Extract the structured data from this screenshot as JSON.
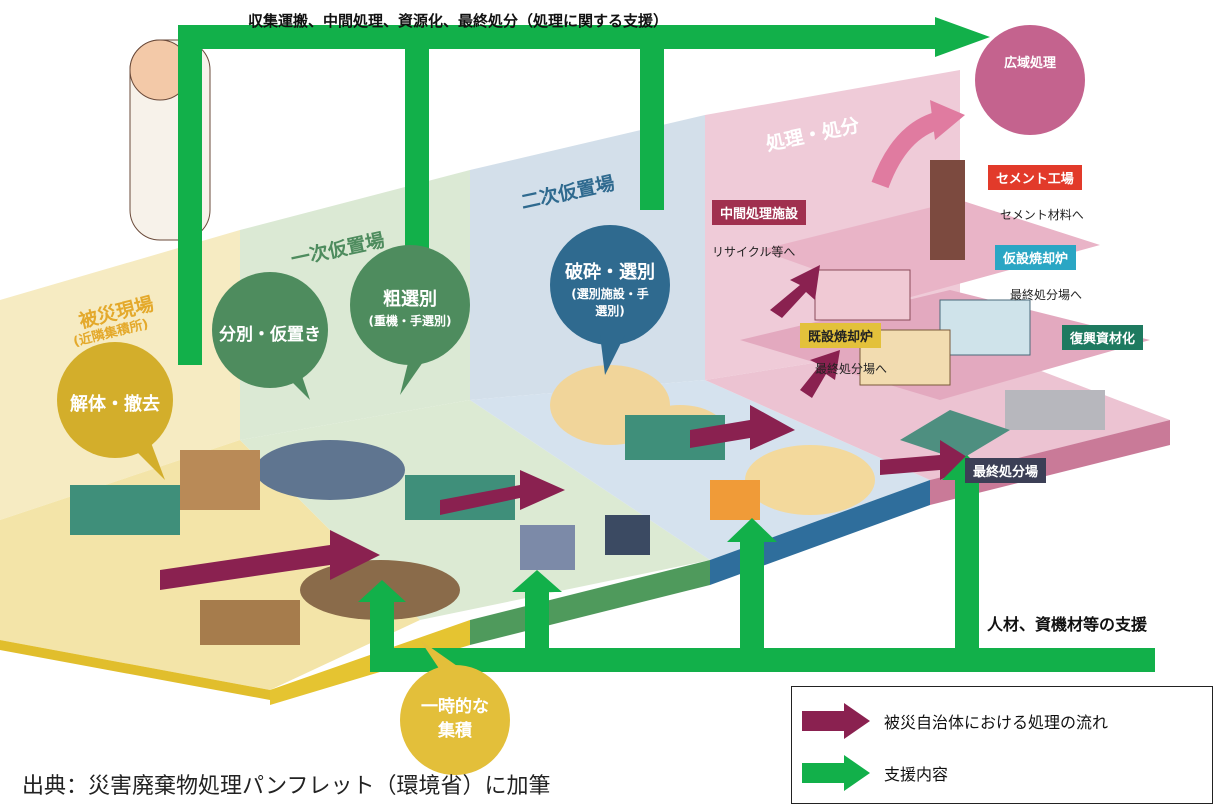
{
  "top_caption": "収集運搬、中間処理、資源化、最終処分（処理に関する支援）",
  "support_caption": "人材、資機材等の支援",
  "source_note": "出典：災害廃棄物処理パンフレット（環境省）に加筆",
  "zones": {
    "disaster_site": "被災現場",
    "disaster_site_sub": "(近隣集積所)",
    "primary": "一次仮置場",
    "secondary": "二次仮置場",
    "treatment": "処理・処分"
  },
  "bubbles": {
    "demolition": "解体・撤去",
    "sorting": "分別・仮置き",
    "rough_sort": "粗選別",
    "rough_sort_sub": "(重機・手選別)",
    "crush": "破砕・選別",
    "crush_sub": "(選別施設・手選別)",
    "temporary": "一時的な集積",
    "wide_area": "広域処理"
  },
  "facilities": {
    "intermediate": "中間処理施設",
    "intermediate_note": "リサイクル等へ",
    "cement": "セメント工場",
    "cement_note": "セメント材料へ",
    "temp_incinerator": "仮設焼却炉",
    "temp_incinerator_note": "最終処分場へ",
    "existing_incinerator": "既設焼却炉",
    "existing_incinerator_note": "最終処分場へ",
    "recovery": "復興資材化",
    "landfill": "最終処分場"
  },
  "legend": {
    "flow": "被災自治体における処理の流れ",
    "support": "支援内容"
  },
  "colors": {
    "support_green": "#12b04a",
    "flow_purple": "#8a2150",
    "zone1": "#f3e4a8",
    "zone2": "#d6e6d0",
    "zone3": "#cfdbe7",
    "zone4": "#ecc3d2"
  }
}
